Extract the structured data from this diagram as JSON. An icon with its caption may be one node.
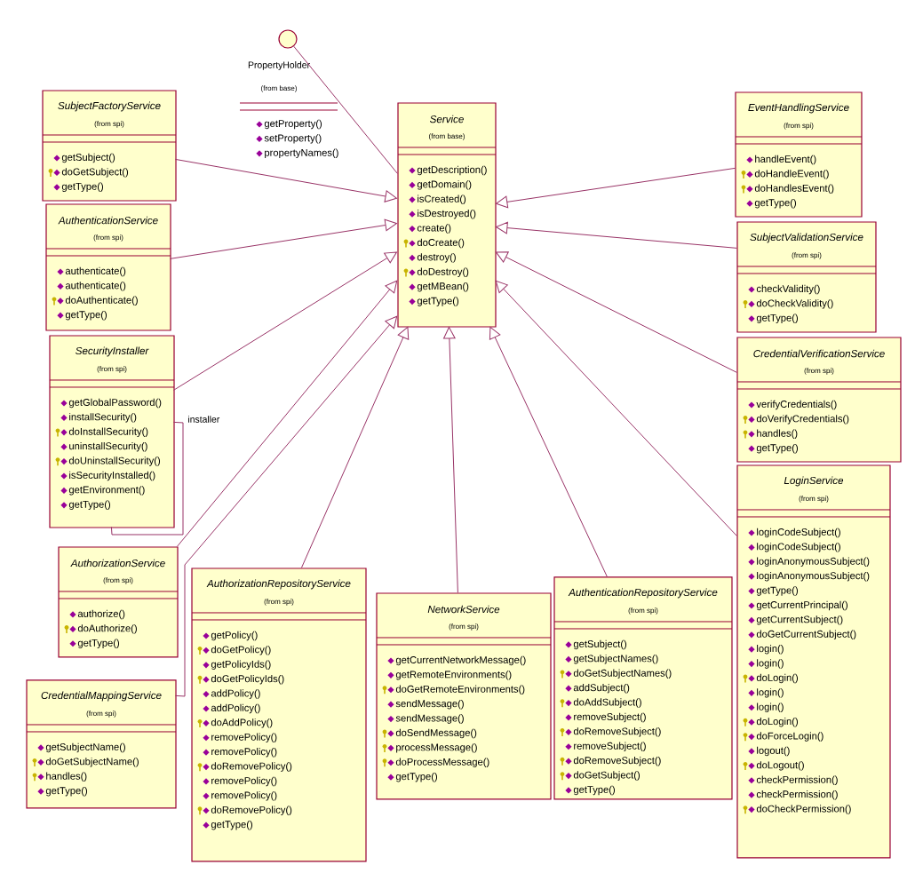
{
  "diagram": {
    "nodes": [
      {
        "text": [
          "SubjectFactoryService",
          "(from spi)",
          "getSubject()",
          "doGetSubject()",
          "getType()"
        ]
      },
      {
        "text": [
          "PropertyHolder",
          "(from base)",
          "getProperty()",
          "setProperty()",
          "propertyNames()"
        ]
      },
      {
        "text": [
          "Service",
          "(from base)",
          "getDescription()",
          "getDomain()",
          "isCreated()",
          "isDestroyed()",
          "create()",
          "doCreate()",
          "destroy()",
          "doDestroy()",
          "getMBean()",
          "getType()"
        ]
      },
      {
        "text": [
          "EventHandlingService",
          "(from spi)",
          "handleEvent()",
          "doHandleEvent()",
          "doHandlesEvent()",
          "getType()"
        ]
      },
      {
        "text": [
          "AuthenticationService",
          "(from spi)",
          "authenticate()",
          "authenticate()",
          "doAuthenticate()",
          "getType()"
        ]
      },
      {
        "text": [
          "SubjectValidationService",
          "(from spi)",
          "checkValidity()",
          "doCheckValidity()",
          "getType()"
        ]
      },
      {
        "text": [
          "SecurityInstaller",
          "(from spi)",
          "getGlobalPassword()",
          "installSecurity()",
          "doInstallSecurity()",
          "uninstallSecurity()",
          "doUninstallSecurity()",
          "isSecurityInstalled()",
          "getEnvironment()",
          "getType()"
        ]
      },
      {
        "text": [
          "CredentialVerificationService",
          "(from spi)",
          "verifyCredentials()",
          "doVerifyCredentials()",
          "handles()",
          "getType()"
        ]
      },
      {
        "text": [
          "AuthorizationService",
          "(from spi)",
          "authorize()",
          "doAuthorize()",
          "getType()"
        ]
      },
      {
        "text": [
          "LoginService",
          "(from spi)",
          "loginCodeSubject()",
          "loginCodeSubject()",
          "loginAnonymousSubject()",
          "loginAnonymousSubject()",
          "getType()",
          "getCurrentPrincipal()",
          "getCurrentSubject()",
          "doGetCurrentSubject()",
          "login()",
          "login()",
          "doLogin()",
          "login()",
          "login()",
          "doLogin()",
          "doForceLogin()",
          "logout()",
          "doLogout()",
          "checkPermission()",
          "checkPermission()",
          "doCheckPermission()"
        ]
      },
      {
        "text": [
          "AuthorizationRepositoryService",
          "(from spi)",
          "getPolicy()",
          "doGetPolicy()",
          "getPolicyIds()",
          "doGetPolicyIds()",
          "addPolicy()",
          "addPolicy()",
          "doAddPolicy()",
          "removePolicy()",
          "removePolicy()",
          "doRemovePolicy()",
          "removePolicy()",
          "removePolicy()",
          "doRemovePolicy()",
          "getType()"
        ]
      },
      {
        "text": [
          "NetworkService",
          "(from spi)",
          "getCurrentNetworkMessage()",
          "getRemoteEnvironments()",
          "doGetRemoteEnvironments()",
          "sendMessage()",
          "sendMessage()",
          "doSendMessage()",
          "processMessage()",
          "doProcessMessage()",
          "getType()"
        ]
      },
      {
        "text": [
          "AuthenticationRepositoryService",
          "(from spi)",
          "getSubject()",
          "getSubjectNames()",
          "doGetSubjectNames()",
          "addSubject()",
          "doAddSubject()",
          "removeSubject()",
          "doRemoveSubject()",
          "removeSubject()",
          "doRemoveSubject()",
          "doGetSubject()",
          "getType()"
        ]
      },
      {
        "text": [
          "CredentialMappingService",
          "(from spi)",
          "getSubjectName()",
          "doGetSubjectName()",
          "handles()",
          "getType()"
        ]
      }
    ],
    "edges": [
      {
        "from": 0,
        "to": 2,
        "arrow": "to"
      },
      {
        "from": 4,
        "to": 2,
        "arrow": "to"
      },
      {
        "from": 6,
        "to": 2,
        "arrow": "to"
      },
      {
        "from": 8,
        "to": 2,
        "arrow": "to"
      },
      {
        "from": 13,
        "to": 2,
        "arrow": "to"
      },
      {
        "from": 10,
        "to": 2,
        "arrow": "to"
      },
      {
        "from": 11,
        "to": 2,
        "arrow": "to"
      },
      {
        "from": 12,
        "to": 2,
        "arrow": "to"
      },
      {
        "from": 3,
        "to": 2,
        "arrow": "to"
      },
      {
        "from": 5,
        "to": 2,
        "arrow": "to"
      },
      {
        "from": 7,
        "to": 2,
        "arrow": "to"
      },
      {
        "from": 9,
        "to": 2,
        "arrow": "to"
      },
      {
        "from": 1,
        "to": 2,
        "arrow": "none"
      },
      {
        "from": 6,
        "to": 6,
        "arrow": "none",
        "label": "installer"
      }
    ]
  }
}
